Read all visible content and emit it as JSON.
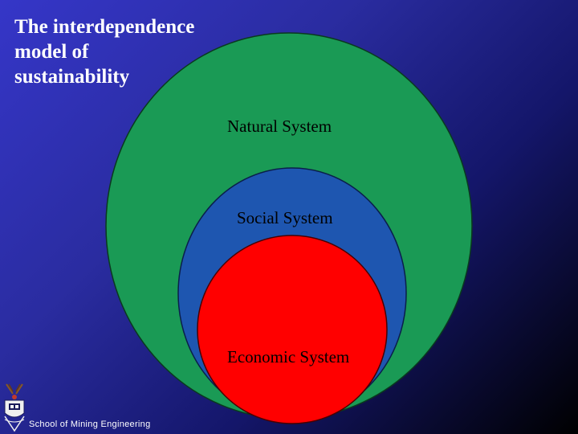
{
  "slide": {
    "title": "The interdependence\nmodel of\nsustainability",
    "footer": "School of Mining Engineering"
  },
  "diagram": {
    "systems": [
      {
        "label": "Natural System",
        "color": "#1a9a55"
      },
      {
        "label": "Social System",
        "color": "#1e56b0"
      },
      {
        "label": "Economic System",
        "color": "#ff0000"
      }
    ]
  },
  "logo": {
    "icon": "university-crest-icon"
  }
}
